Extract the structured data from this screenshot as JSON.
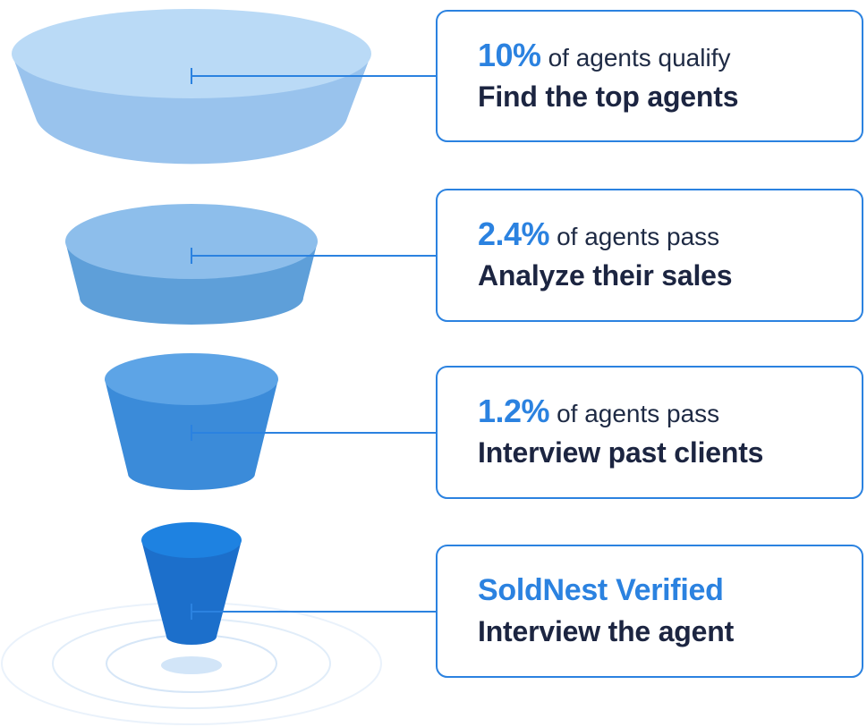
{
  "colors": {
    "accent": "#2b82e0",
    "heading_text": "#1c2541",
    "card_border": "#2b82e0",
    "tier_colors": [
      "#b9d7f5",
      "#8fbde9",
      "#5ea2e3",
      "#1c7bdc"
    ]
  },
  "steps": [
    {
      "highlight": "10%",
      "subtext": "of agents qualify",
      "title": "Find the top agents"
    },
    {
      "highlight": "2.4%",
      "subtext": "of agents pass",
      "title": "Analyze their sales"
    },
    {
      "highlight": "1.2%",
      "subtext": "of agents pass",
      "title": "Interview past clients"
    },
    {
      "highlight": "SoldNest Verified",
      "title": "Interview the agent"
    }
  ]
}
